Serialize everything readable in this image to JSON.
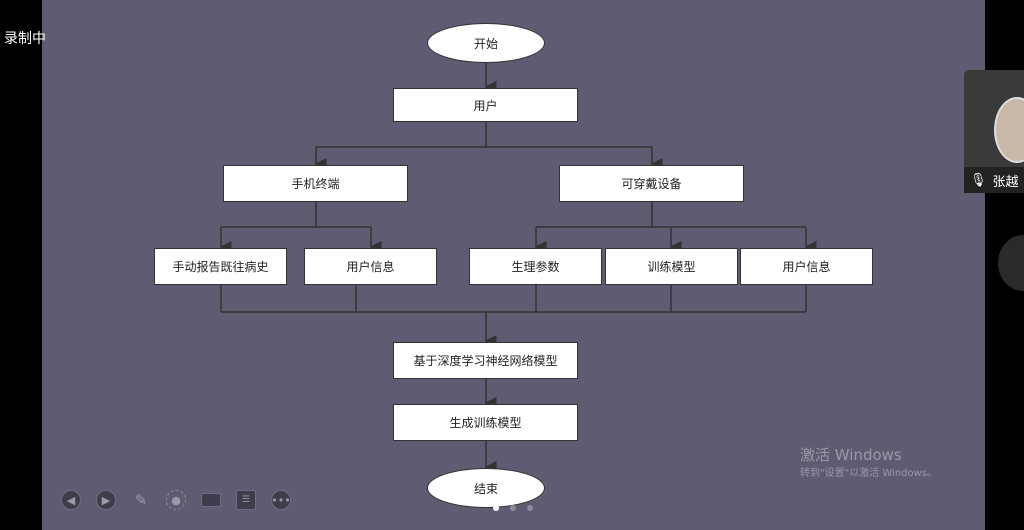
{
  "recording": "录制中",
  "flow": {
    "start": "开始",
    "user": "用户",
    "phone": "手机终端",
    "wearable": "可穿戴设备",
    "manual": "手动报告既往病史",
    "phone_user_info": "用户信息",
    "physio": "生理参数",
    "train_model": "训练模型",
    "wear_user_info": "用户信息",
    "dl": "基于深度学习神经网络模型",
    "gen": "生成训练模型",
    "end": "结束"
  },
  "participant": {
    "name": "张越"
  },
  "watermark": {
    "title": "激活 Windows",
    "subtitle": "转到\"设置\"以激活 Windows。"
  },
  "toolbar": [
    "prev",
    "next",
    "pen",
    "focus",
    "camera",
    "comment",
    "more"
  ],
  "pager": {
    "total": 3,
    "current": 1
  }
}
